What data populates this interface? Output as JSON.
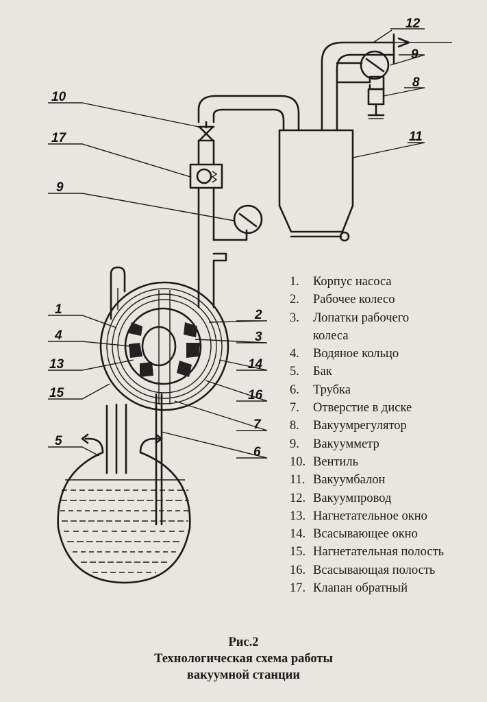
{
  "callouts": {
    "c1": "1",
    "c2": "2",
    "c3": "3",
    "c4": "4",
    "c5": "5",
    "c6": "6",
    "c7": "7",
    "c8": "8",
    "c9a": "9",
    "c9b": "9",
    "c10": "10",
    "c11": "11",
    "c12": "12",
    "c13": "13",
    "c14": "14",
    "c15": "15",
    "c16": "16",
    "c17": "17"
  },
  "legend": [
    {
      "num": "1.",
      "text": "Корпус насоса"
    },
    {
      "num": "2.",
      "text": "Рабочее колесо"
    },
    {
      "num": "3.",
      "text": "Лопатки рабочего",
      "cont": "колеса"
    },
    {
      "num": "4.",
      "text": "Водяное кольцо"
    },
    {
      "num": "5.",
      "text": "Бак"
    },
    {
      "num": "6.",
      "text": "Трубка"
    },
    {
      "num": "7.",
      "text": "Отверстие в диске"
    },
    {
      "num": "8.",
      "text": "Вакуумрегулятор"
    },
    {
      "num": "9.",
      "text": "Вакуумметр"
    },
    {
      "num": "10.",
      "text": "Вентиль"
    },
    {
      "num": "11.",
      "text": "Вакуумбалон"
    },
    {
      "num": "12.",
      "text": "Вакуумпровод"
    },
    {
      "num": "13.",
      "text": "Нагнетательное окно"
    },
    {
      "num": "14.",
      "text": "Всасывающее окно"
    },
    {
      "num": "15.",
      "text": "Нагнетательная полость"
    },
    {
      "num": "16.",
      "text": "Всасывающая полость"
    },
    {
      "num": "17.",
      "text": "Клапан обратный"
    }
  ],
  "caption": {
    "figure": "Рис.2",
    "line1": "Технологическая схема работы",
    "line2": "вакуумной станции"
  }
}
